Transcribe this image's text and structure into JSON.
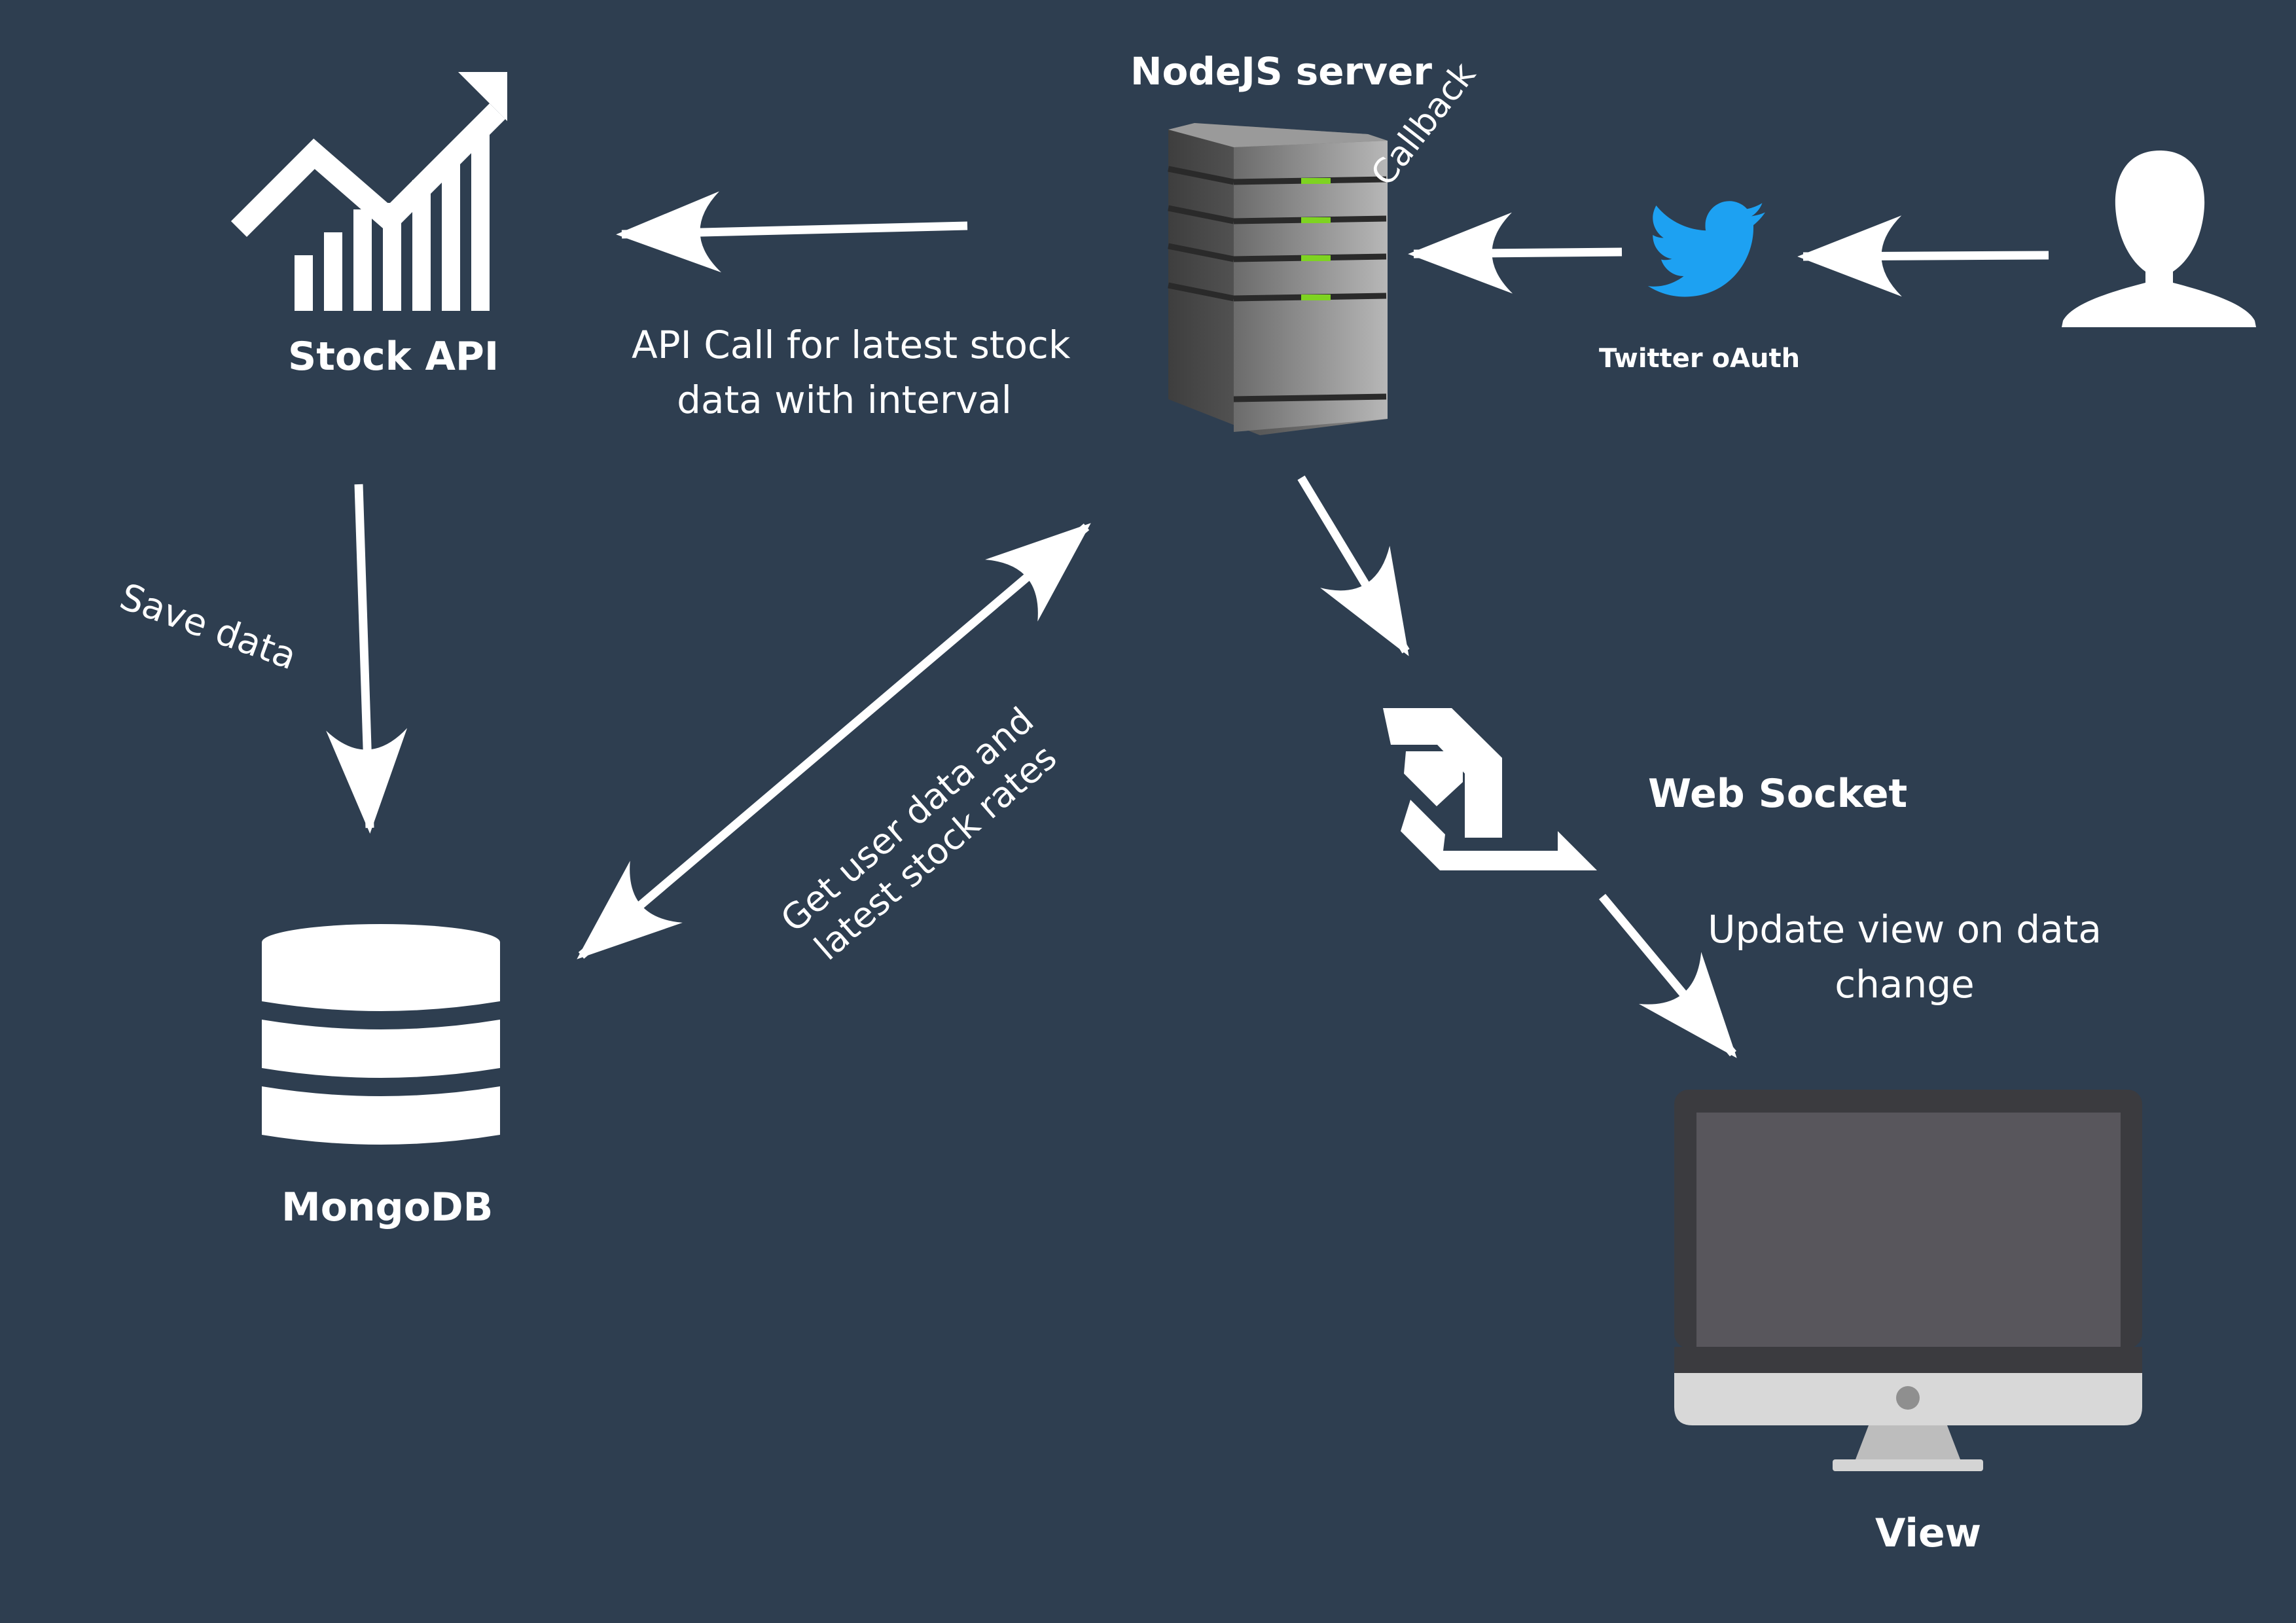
{
  "nodes": {
    "stock_api": "Stock API",
    "nodejs_server": "NodeJS server",
    "twitter": "Twitter oAuth",
    "mongodb": "MongoDB",
    "websocket": "Web Socket",
    "view": "View"
  },
  "edges": {
    "api_call_line1": "API Call for latest stock",
    "api_call_line2": "data with interval",
    "callback": "Callback",
    "save_data": "Save data",
    "get_user_line1": "Get user data and",
    "get_user_line2": "latest stock rates",
    "update_view_line1": "Update view on data",
    "update_view_line2": "change"
  },
  "colors": {
    "background": "#2e3e50",
    "twitter_blue": "#1da1f2",
    "server_led": "#7ed321"
  }
}
